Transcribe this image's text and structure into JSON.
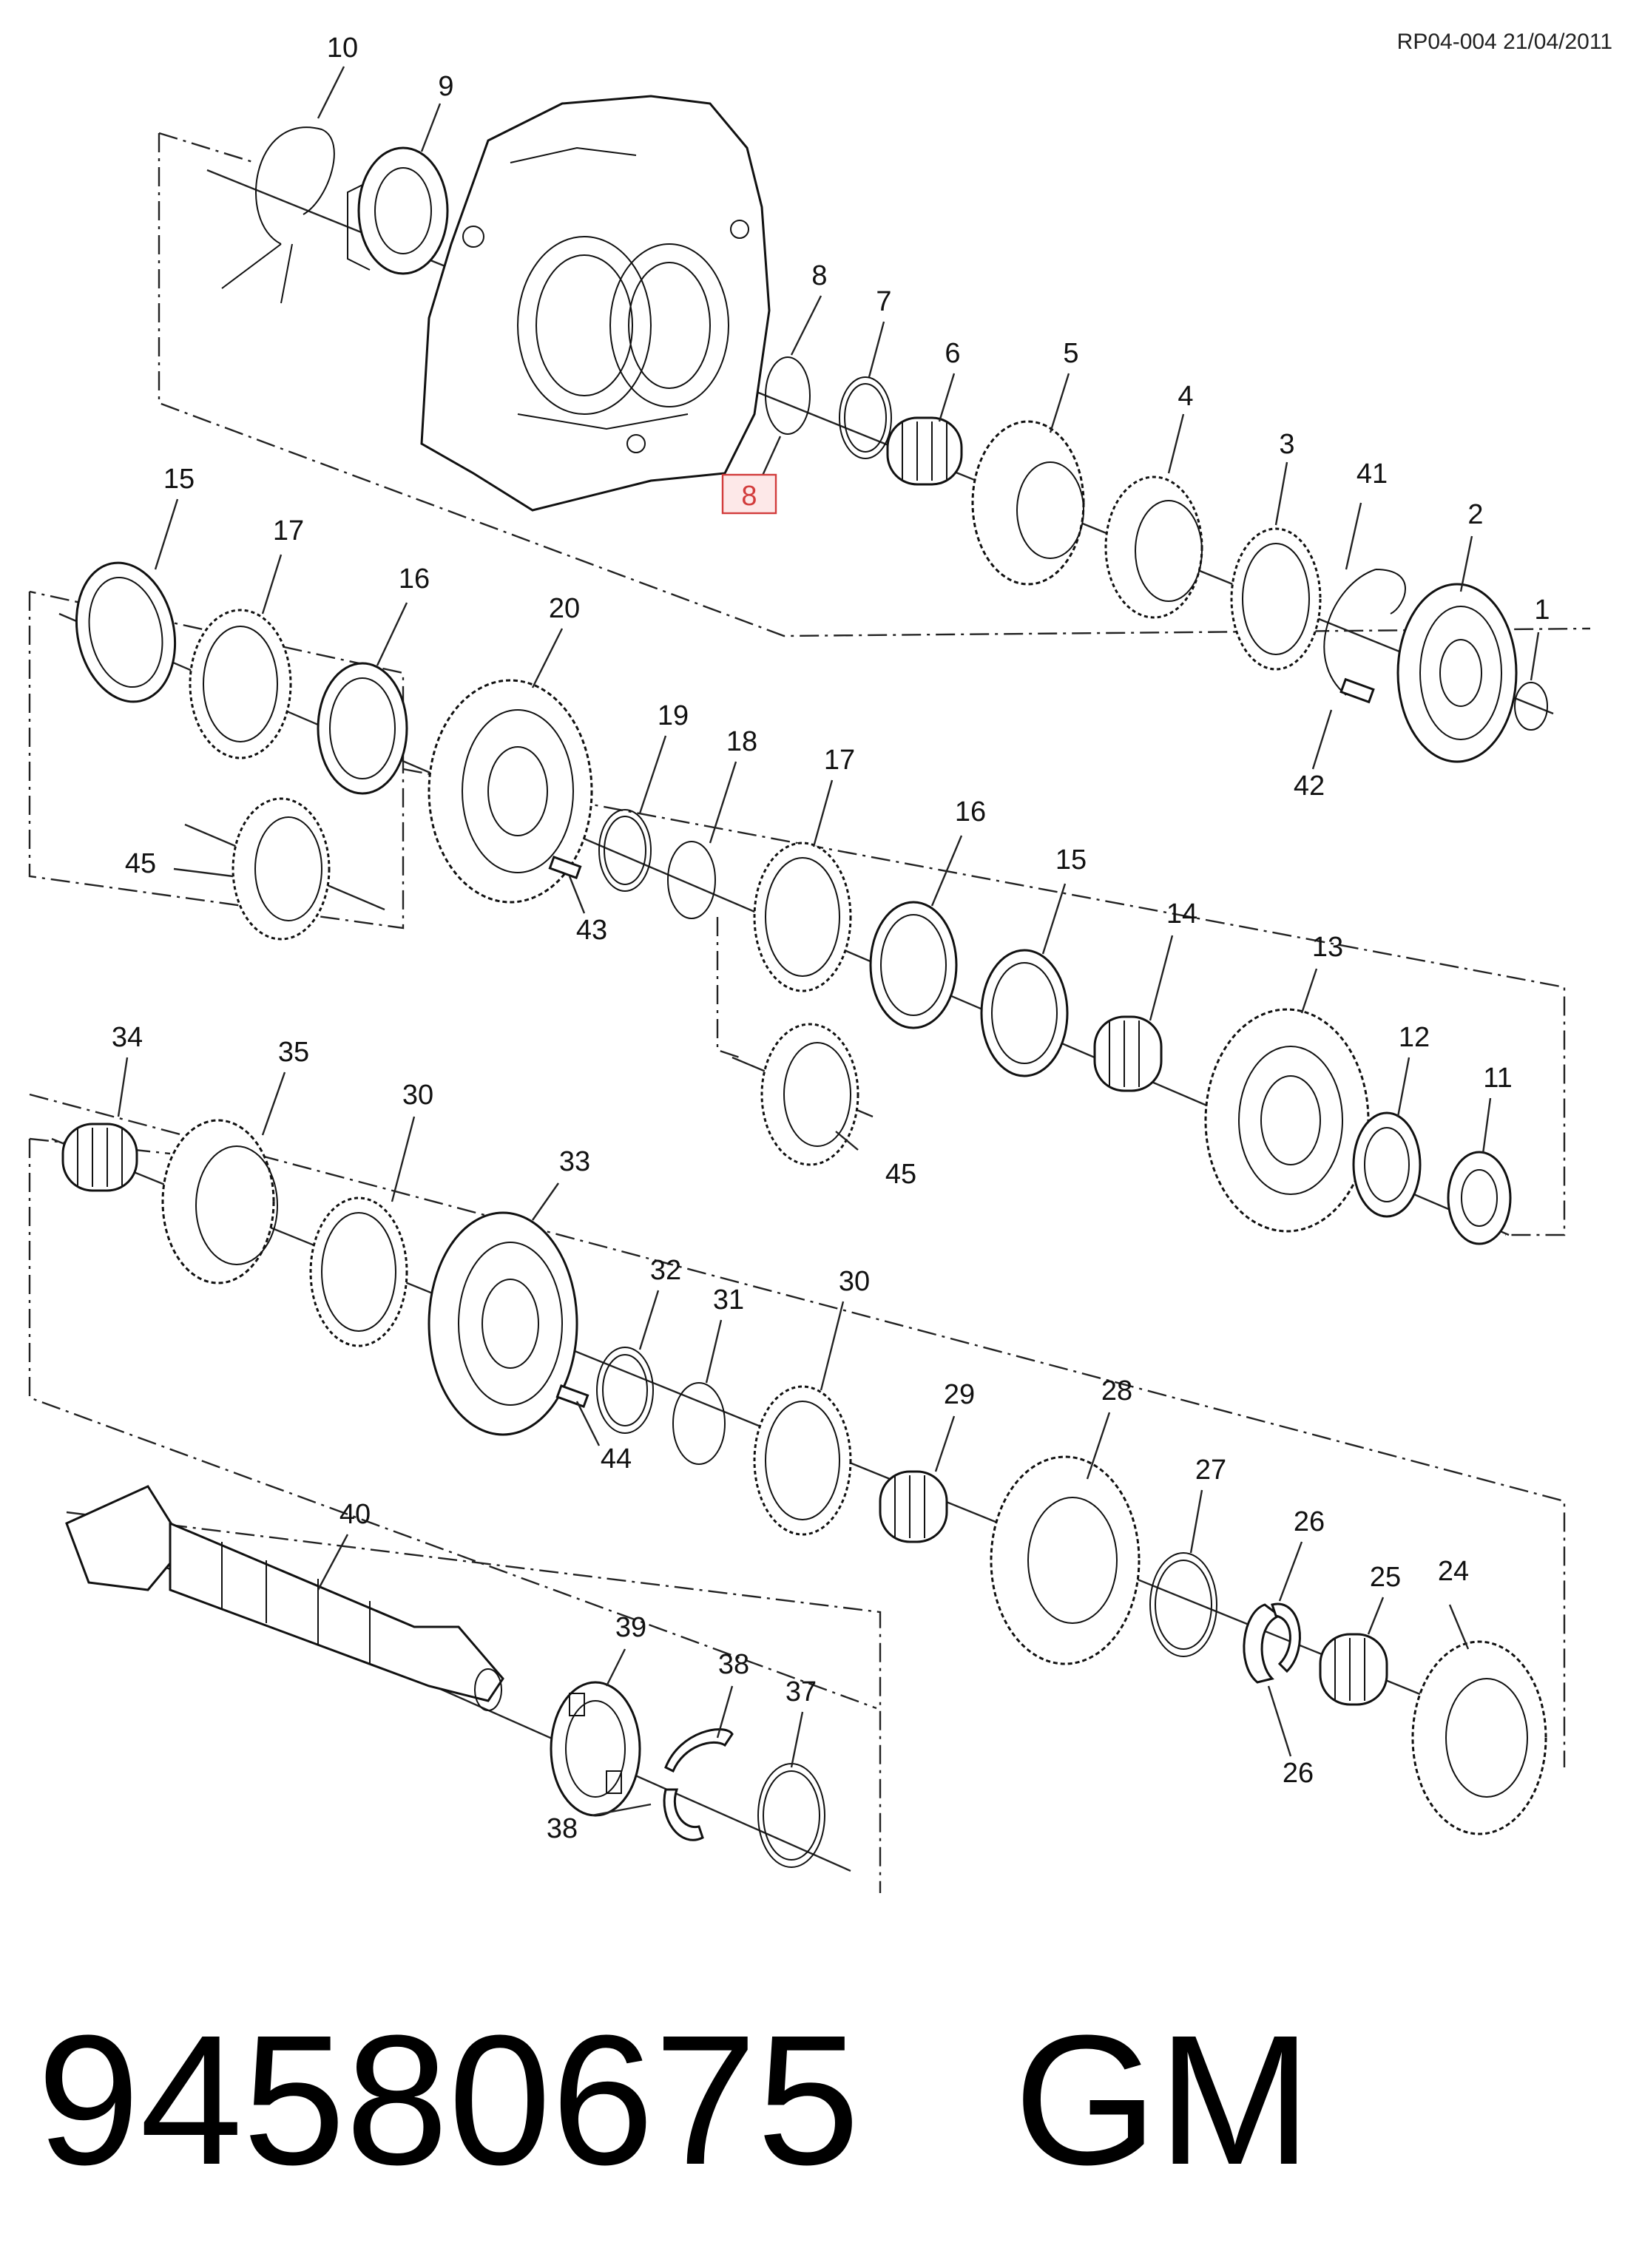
{
  "header": {
    "reference": "RP04-004 21/04/2011"
  },
  "part_number": "94580675",
  "brand": "GM",
  "callouts": {
    "c1": "1",
    "c2": "2",
    "c3": "3",
    "c4": "4",
    "c5": "5",
    "c6": "6",
    "c7": "7",
    "c8": "8",
    "c8_highlighted": "8",
    "c9": "9",
    "c10": "10",
    "c11": "11",
    "c12": "12",
    "c13": "13",
    "c14": "14",
    "c15a": "15",
    "c15b": "15",
    "c16a": "16",
    "c16b": "16",
    "c17a": "17",
    "c17b": "17",
    "c18": "18",
    "c19": "19",
    "c20": "20",
    "c24": "24",
    "c25": "25",
    "c26a": "26",
    "c26b": "26",
    "c27": "27",
    "c28": "28",
    "c29": "29",
    "c30a": "30",
    "c30b": "30",
    "c31": "31",
    "c32": "32",
    "c33": "33",
    "c34": "34",
    "c35": "35",
    "c37": "37",
    "c38a": "38",
    "c38b": "38",
    "c39": "39",
    "c40": "40",
    "c41": "41",
    "c42": "42",
    "c43": "43",
    "c44": "44",
    "c45a": "45",
    "c45b": "45"
  },
  "colors": {
    "highlight": "#d23c3c",
    "line": "#222222"
  }
}
